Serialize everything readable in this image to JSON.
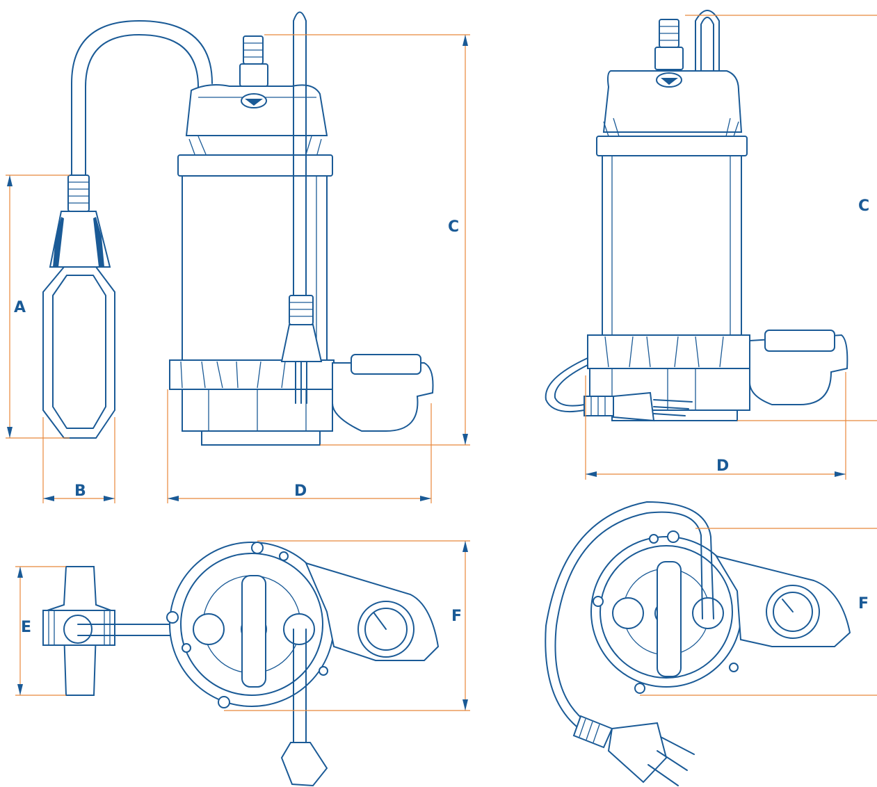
{
  "colors": {
    "linework": "#1a5a96",
    "dimension_lines": "#e8873a",
    "background": "#ffffff"
  },
  "views": [
    {
      "id": "front-view-with-float",
      "dimensions": [
        "A",
        "B",
        "C",
        "D"
      ]
    },
    {
      "id": "side-view-with-power-cable",
      "dimensions": [
        "C",
        "D"
      ]
    },
    {
      "id": "top-view-with-float",
      "dimensions": [
        "E",
        "F"
      ]
    },
    {
      "id": "top-view-with-power-cable",
      "dimensions": [
        "F"
      ]
    }
  ],
  "labels": {
    "A": "A",
    "B": "B",
    "C_front": "C",
    "D_front": "D",
    "C_side": "C",
    "D_side": "D",
    "E": "E",
    "F_top_left": "F",
    "F_top_right": "F"
  }
}
